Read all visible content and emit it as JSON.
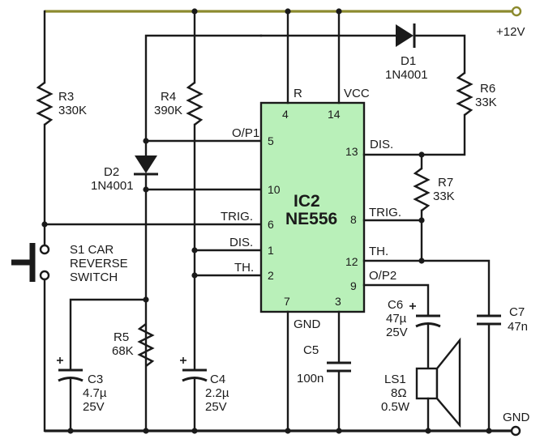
{
  "colors": {
    "ic_fill": "#b9f0b9",
    "supply_rail": "#8c8a2e",
    "wire": "#1a1a1a"
  },
  "supply": {
    "label": "+12V"
  },
  "ground": {
    "label": "GND"
  },
  "ic": {
    "ref": "IC2",
    "part": "NE556",
    "pins": [
      {
        "num": "4",
        "name": "R"
      },
      {
        "num": "14",
        "name": "VCC"
      },
      {
        "num": "5",
        "name": "O/P1"
      },
      {
        "num": "10",
        "name": ""
      },
      {
        "num": "6",
        "name": "TRIG."
      },
      {
        "num": "1",
        "name": "DIS."
      },
      {
        "num": "2",
        "name": "TH."
      },
      {
        "num": "7",
        "name": "GND"
      },
      {
        "num": "3",
        "name": ""
      },
      {
        "num": "13",
        "name": "DIS."
      },
      {
        "num": "8",
        "name": "TRIG."
      },
      {
        "num": "12",
        "name": "TH."
      },
      {
        "num": "9",
        "name": "O/P2"
      }
    ]
  },
  "components": {
    "R3": {
      "ref": "R3",
      "value": "330K"
    },
    "R4": {
      "ref": "R4",
      "value": "390K"
    },
    "R5": {
      "ref": "R5",
      "value": "68K"
    },
    "R6": {
      "ref": "R6",
      "value": "33K"
    },
    "R7": {
      "ref": "R7",
      "value": "33K"
    },
    "D1": {
      "ref": "D1",
      "value": "1N4001"
    },
    "D2": {
      "ref": "D2",
      "value": "1N4001"
    },
    "C3": {
      "ref": "C3",
      "value": "4.7µ",
      "voltage": "25V"
    },
    "C4": {
      "ref": "C4",
      "value": "2.2µ",
      "voltage": "25V"
    },
    "C5": {
      "ref": "C5",
      "value": "100n"
    },
    "C6": {
      "ref": "C6",
      "value": "47µ",
      "voltage": "25V"
    },
    "C7": {
      "ref": "C7",
      "value": "47n"
    },
    "LS1": {
      "ref": "LS1",
      "value": "8Ω",
      "power": "0.5W"
    },
    "S1": {
      "line1": "S1 CAR",
      "line2": "REVERSE",
      "line3": "SWITCH"
    }
  }
}
